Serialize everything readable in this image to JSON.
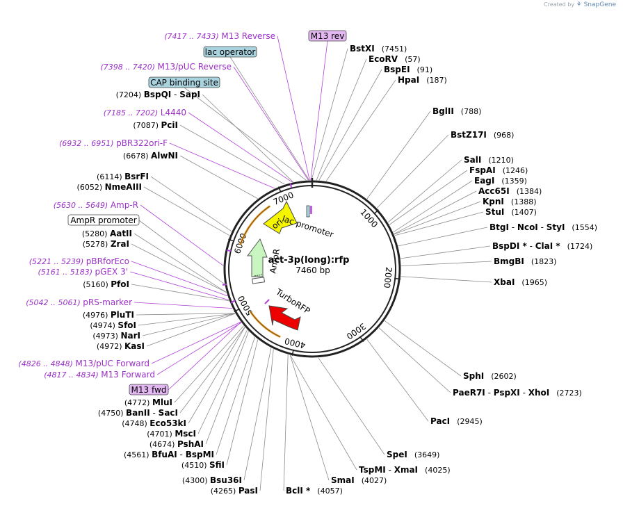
{
  "credit": {
    "prefix": "Created by",
    "brand": "SnapGene"
  },
  "plasmid": {
    "name": "act-3p(long):rfp",
    "size": "7460 bp",
    "total_bp": 7460
  },
  "ticks": [
    "1000",
    "2000",
    "3000",
    "4000",
    "5000",
    "6000",
    "7000"
  ],
  "features_on_map": {
    "ori": "ori",
    "lac_promoter": "lac promoter",
    "ampr": "AmpR",
    "turborfp": "TurboRFP"
  },
  "boxed_labels": [
    {
      "text": "M13 rev",
      "bp": 7440,
      "style": "purple"
    },
    {
      "text": "lac operator",
      "bp": 7420,
      "style": "blue"
    },
    {
      "text": "CAP binding site",
      "bp": 7380,
      "style": "blue"
    },
    {
      "text": "AmpR promoter",
      "bp": 5390,
      "style": "white"
    },
    {
      "text": "M13 fwd",
      "bp": 4835,
      "style": "purple"
    }
  ],
  "feature_labels": [
    {
      "range": "(7417 .. 7433)",
      "name": "M13 Reverse",
      "bp": 7425
    },
    {
      "range": "(7398 .. 7420)",
      "name": "M13/pUC Reverse",
      "bp": 7409
    },
    {
      "range": "(7185 .. 7202)",
      "name": "L4440",
      "bp": 7193
    },
    {
      "range": "(6932 .. 6951)",
      "name": "pBR322ori-F",
      "bp": 6941
    },
    {
      "range": "(5630 .. 5649)",
      "name": "Amp-R",
      "bp": 5640
    },
    {
      "range": "(5221 .. 5239)",
      "name": "pBRforEco",
      "bp": 5230
    },
    {
      "range": "(5161 .. 5183)",
      "name": "pGEX 3'",
      "bp": 5172
    },
    {
      "range": "(5042 .. 5061)",
      "name": "pRS-marker",
      "bp": 5051
    },
    {
      "range": "(4826 .. 4848)",
      "name": "M13/pUC Forward",
      "bp": 4837
    },
    {
      "range": "(4817 .. 4834)",
      "name": "M13 Forward",
      "bp": 4826
    }
  ],
  "right_enzymes": [
    {
      "names": [
        "BstXI"
      ],
      "pos": "(7451)",
      "bp": 7451
    },
    {
      "names": [
        "EcoRV"
      ],
      "pos": "(57)",
      "bp": 57
    },
    {
      "names": [
        "BspEI"
      ],
      "pos": "(91)",
      "bp": 91
    },
    {
      "names": [
        "HpaI"
      ],
      "pos": "(187)",
      "bp": 187
    },
    {
      "names": [
        "BglII"
      ],
      "pos": "(788)",
      "bp": 788
    },
    {
      "names": [
        "BstZ17I"
      ],
      "pos": "(968)",
      "bp": 968
    },
    {
      "names": [
        "SalI"
      ],
      "pos": "(1210)",
      "bp": 1210
    },
    {
      "names": [
        "FspAI"
      ],
      "pos": "(1246)",
      "bp": 1246
    },
    {
      "names": [
        "EagI"
      ],
      "pos": "(1359)",
      "bp": 1359
    },
    {
      "names": [
        "Acc65I"
      ],
      "pos": "(1384)",
      "bp": 1384
    },
    {
      "names": [
        "KpnI"
      ],
      "pos": "(1388)",
      "bp": 1388
    },
    {
      "names": [
        "StuI"
      ],
      "pos": "(1407)",
      "bp": 1407
    },
    {
      "names": [
        "BtgI",
        "NcoI",
        "StyI"
      ],
      "pos": "(1554)",
      "bp": 1554
    },
    {
      "names": [
        "BspDI *",
        "ClaI *"
      ],
      "pos": "(1724)",
      "bp": 1724
    },
    {
      "names": [
        "BmgBI"
      ],
      "pos": "(1823)",
      "bp": 1823
    },
    {
      "names": [
        "XbaI"
      ],
      "pos": "(1965)",
      "bp": 1965
    },
    {
      "names": [
        "SphI"
      ],
      "pos": "(2602)",
      "bp": 2602
    },
    {
      "names": [
        "PaeR7I",
        "PspXI",
        "XhoI"
      ],
      "pos": "(2723)",
      "bp": 2723
    },
    {
      "names": [
        "PacI"
      ],
      "pos": "(2945)",
      "bp": 2945
    },
    {
      "names": [
        "SpeI"
      ],
      "pos": "(3649)",
      "bp": 3649
    },
    {
      "names": [
        "TspMI",
        "XmaI"
      ],
      "pos": "(4025)",
      "bp": 4025
    },
    {
      "names": [
        "SmaI"
      ],
      "pos": "(4027)",
      "bp": 4027
    },
    {
      "names": [
        "BclI *"
      ],
      "pos": "(4057)",
      "bp": 4057
    }
  ],
  "left_enzymes": [
    {
      "names": [
        "BspQI",
        "SapI"
      ],
      "pos": "(7204)",
      "bp": 7204
    },
    {
      "names": [
        "PciI"
      ],
      "pos": "(7087)",
      "bp": 7087
    },
    {
      "names": [
        "AlwNI"
      ],
      "pos": "(6678)",
      "bp": 6678
    },
    {
      "names": [
        "BsrFI"
      ],
      "pos": "(6114)",
      "bp": 6114
    },
    {
      "names": [
        "NmeAIII"
      ],
      "pos": "(6052)",
      "bp": 6052
    },
    {
      "names": [
        "AatII"
      ],
      "pos": "(5280)",
      "bp": 5280
    },
    {
      "names": [
        "ZraI"
      ],
      "pos": "(5278)",
      "bp": 5278
    },
    {
      "names": [
        "PfoI"
      ],
      "pos": "(5160)",
      "bp": 5160
    },
    {
      "names": [
        "PluTI"
      ],
      "pos": "(4976)",
      "bp": 4976
    },
    {
      "names": [
        "SfoI"
      ],
      "pos": "(4974)",
      "bp": 4974
    },
    {
      "names": [
        "NarI"
      ],
      "pos": "(4973)",
      "bp": 4973
    },
    {
      "names": [
        "KasI"
      ],
      "pos": "(4972)",
      "bp": 4972
    },
    {
      "names": [
        "MluI"
      ],
      "pos": "(4772)",
      "bp": 4772
    },
    {
      "names": [
        "BanII",
        "SacI"
      ],
      "pos": "(4750)",
      "bp": 4750
    },
    {
      "names": [
        "Eco53kI"
      ],
      "pos": "(4748)",
      "bp": 4748
    },
    {
      "names": [
        "MscI"
      ],
      "pos": "(4701)",
      "bp": 4701
    },
    {
      "names": [
        "PshAI"
      ],
      "pos": "(4674)",
      "bp": 4674
    },
    {
      "names": [
        "BfuAI",
        "BspMI"
      ],
      "pos": "(4561)",
      "bp": 4561
    },
    {
      "names": [
        "SfiI"
      ],
      "pos": "(4510)",
      "bp": 4510
    },
    {
      "names": [
        "Bsu36I"
      ],
      "pos": "(4300)",
      "bp": 4300
    },
    {
      "names": [
        "PasI"
      ],
      "pos": "(4265)",
      "bp": 4265
    }
  ],
  "colors": {
    "backbone": "#222222",
    "feature_text": "#9b30c8",
    "ori": "#f5f500",
    "ampr": "#c8f5c0",
    "turborfp": "#ee0000",
    "promoter_arc": "#f0a030",
    "box_purple": "#e3b8f2",
    "box_blue": "#a9d3df"
  }
}
